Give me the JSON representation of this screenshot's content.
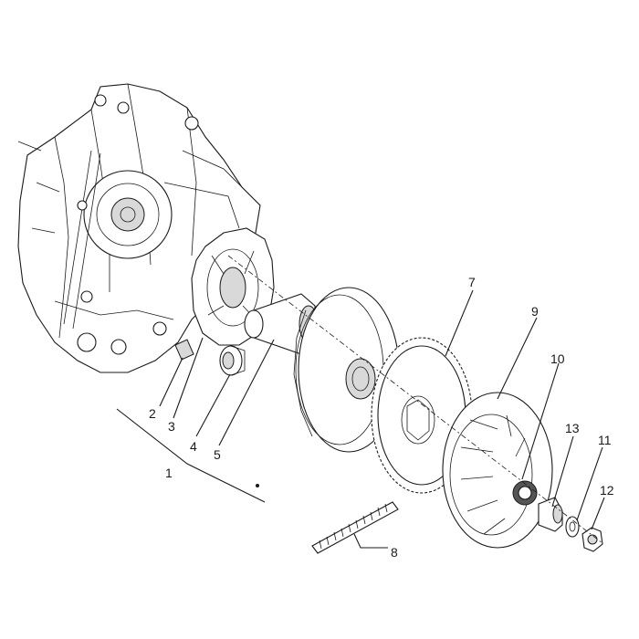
{
  "callouts": {
    "c1": "1",
    "c2": "2",
    "c3": "3",
    "c4": "4",
    "c5": "5",
    "c7": "7",
    "c8": "8",
    "c9": "9",
    "c10": "10",
    "c11": "11",
    "c12": "12",
    "c13": "13"
  },
  "colors": {
    "ink": "#1a1a1a",
    "background": "#ffffff",
    "shade": "#d9d9d9"
  }
}
